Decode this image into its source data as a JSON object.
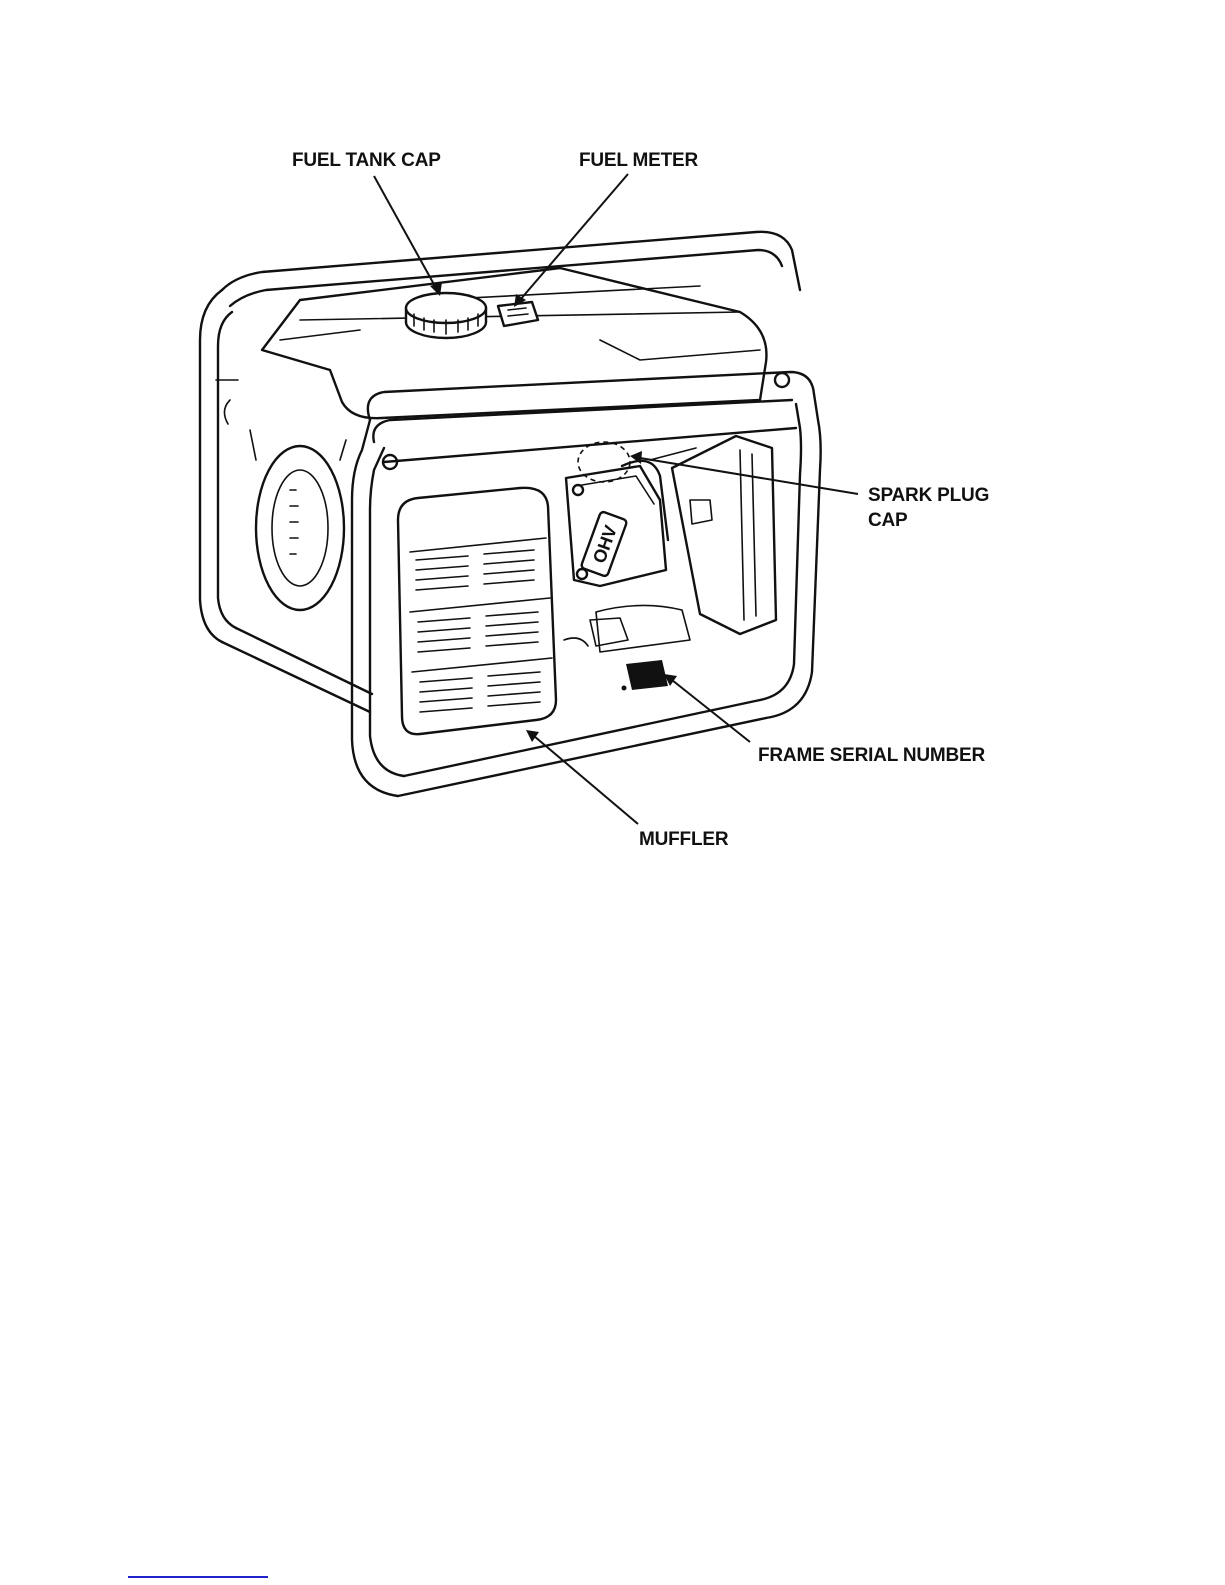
{
  "labels": {
    "fuel_tank_cap": "FUEL TANK CAP",
    "fuel_meter": "FUEL METER",
    "spark_plug_line1": "SPARK PLUG",
    "spark_plug_line2": "CAP",
    "frame_serial_number": "FRAME SERIAL NUMBER",
    "muffler": "MUFFLER",
    "engine_badge": "OHV"
  },
  "colors": {
    "ink": "#111111",
    "paper": "#ffffff",
    "link_underline": "#2222cc"
  }
}
